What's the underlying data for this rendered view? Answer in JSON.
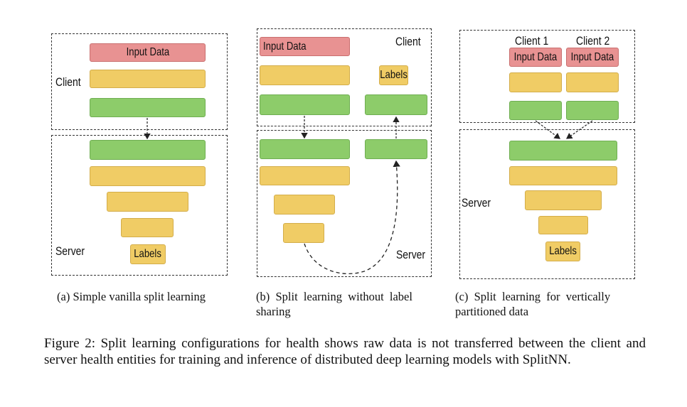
{
  "panel_a": {
    "client_label": "Client",
    "server_label": "Server",
    "input_label": "Input Data",
    "labels_label": "Labels",
    "caption": "(a) Simple vanilla split learning"
  },
  "panel_b": {
    "client_label": "Client",
    "server_label": "Server",
    "input_label": "Input Data",
    "labels_label": "Labels",
    "caption_line1": "(b)  Split  learning  without  label",
    "caption_line2": "sharing"
  },
  "panel_c": {
    "client1_label": "Client 1",
    "client2_label": "Client 2",
    "input1_label": "Input Data",
    "input2_label": "Input Data",
    "server_label": "Server",
    "labels_label": "Labels",
    "caption_line1": "(c)  Split  learning  for  vertically",
    "caption_line2": "partitioned data"
  },
  "figure_caption": "Figure 2: Split learning configurations for health shows raw data is not transferred between the client and server health entities for training and inference of distributed deep learning models with SplitNN.",
  "colors": {
    "input": "#e89292",
    "yellow_layer": "#f0cc65",
    "green_layer": "#8dcc6a",
    "dashed_border": "#333333"
  }
}
